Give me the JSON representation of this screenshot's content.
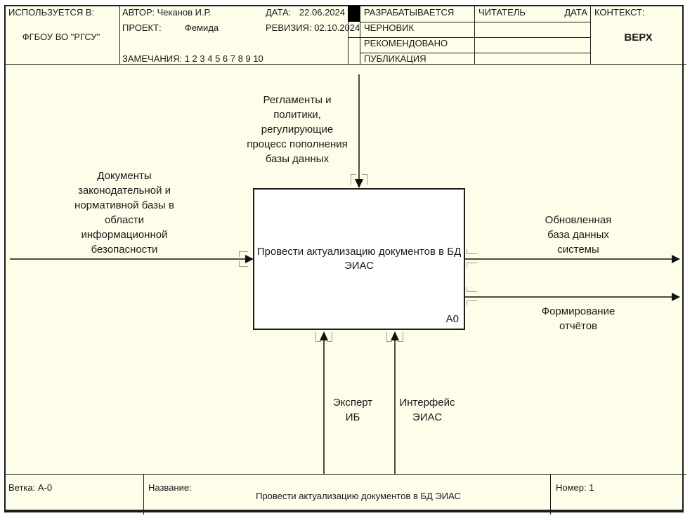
{
  "header": {
    "used_in_label": "ИСПОЛЬЗУЕТСЯ В:",
    "used_in_value": "ФГБОУ ВО \"РГСУ\"",
    "author_label": "АВТОР:",
    "author_value": "Чеканов И.Р.",
    "project_label": "ПРОЕКТ:",
    "project_value": "Фемида",
    "notes_label": "ЗАМЕЧАНИЯ:",
    "notes_value": "1 2 3 4 5 6 7 8 9 10",
    "date_label": "ДАТА:",
    "date_value": "22.06.2024",
    "revision_label": "РЕВИЗИЯ:",
    "revision_value": "02.10.2024",
    "status_rows": [
      "РАЗРАБАТЫВАЕТСЯ",
      "ЧЕРНОВИК",
      "РЕКОМЕНДОВАНО",
      "ПУБЛИКАЦИЯ"
    ],
    "reader_label": "ЧИТАТЕЛЬ",
    "reader_date_label": "ДАТА",
    "context_label": "КОНТЕКСТ:",
    "context_value": "ВЕРХ"
  },
  "diagram": {
    "activity_box": {
      "title": "Провести актуализацию документов в БД ЭИАС",
      "code": "A0"
    },
    "input": {
      "label": "Документы\nзаконодательной и\nнормативной базы в\nобласти\nинформационной\nбезопасности"
    },
    "control": {
      "label": "Регламенты и\nполитики,\nрегулирующие\nпроцесс пополнения\nбазы данных"
    },
    "outputs": [
      {
        "label": "Обновленная\nбаза данных\nсистемы"
      },
      {
        "label": "Формирование\nотчётов"
      }
    ],
    "mechanisms": [
      {
        "label": "Эксперт\nИБ"
      },
      {
        "label": "Интерфейс\nЭИАС"
      }
    ]
  },
  "footer": {
    "branch_label": "Ветка:",
    "branch_value": "A-0",
    "title_label": "Название:",
    "title_value": "Провести актуализацию документов в БД ЭИАС",
    "number_label": "Номер:",
    "number_value": "1"
  },
  "colors": {
    "sheet_background": "#FDFDE9",
    "line": "#1c1c1c",
    "arrow": "#4e4e42",
    "box_fill": "#ffffff"
  }
}
